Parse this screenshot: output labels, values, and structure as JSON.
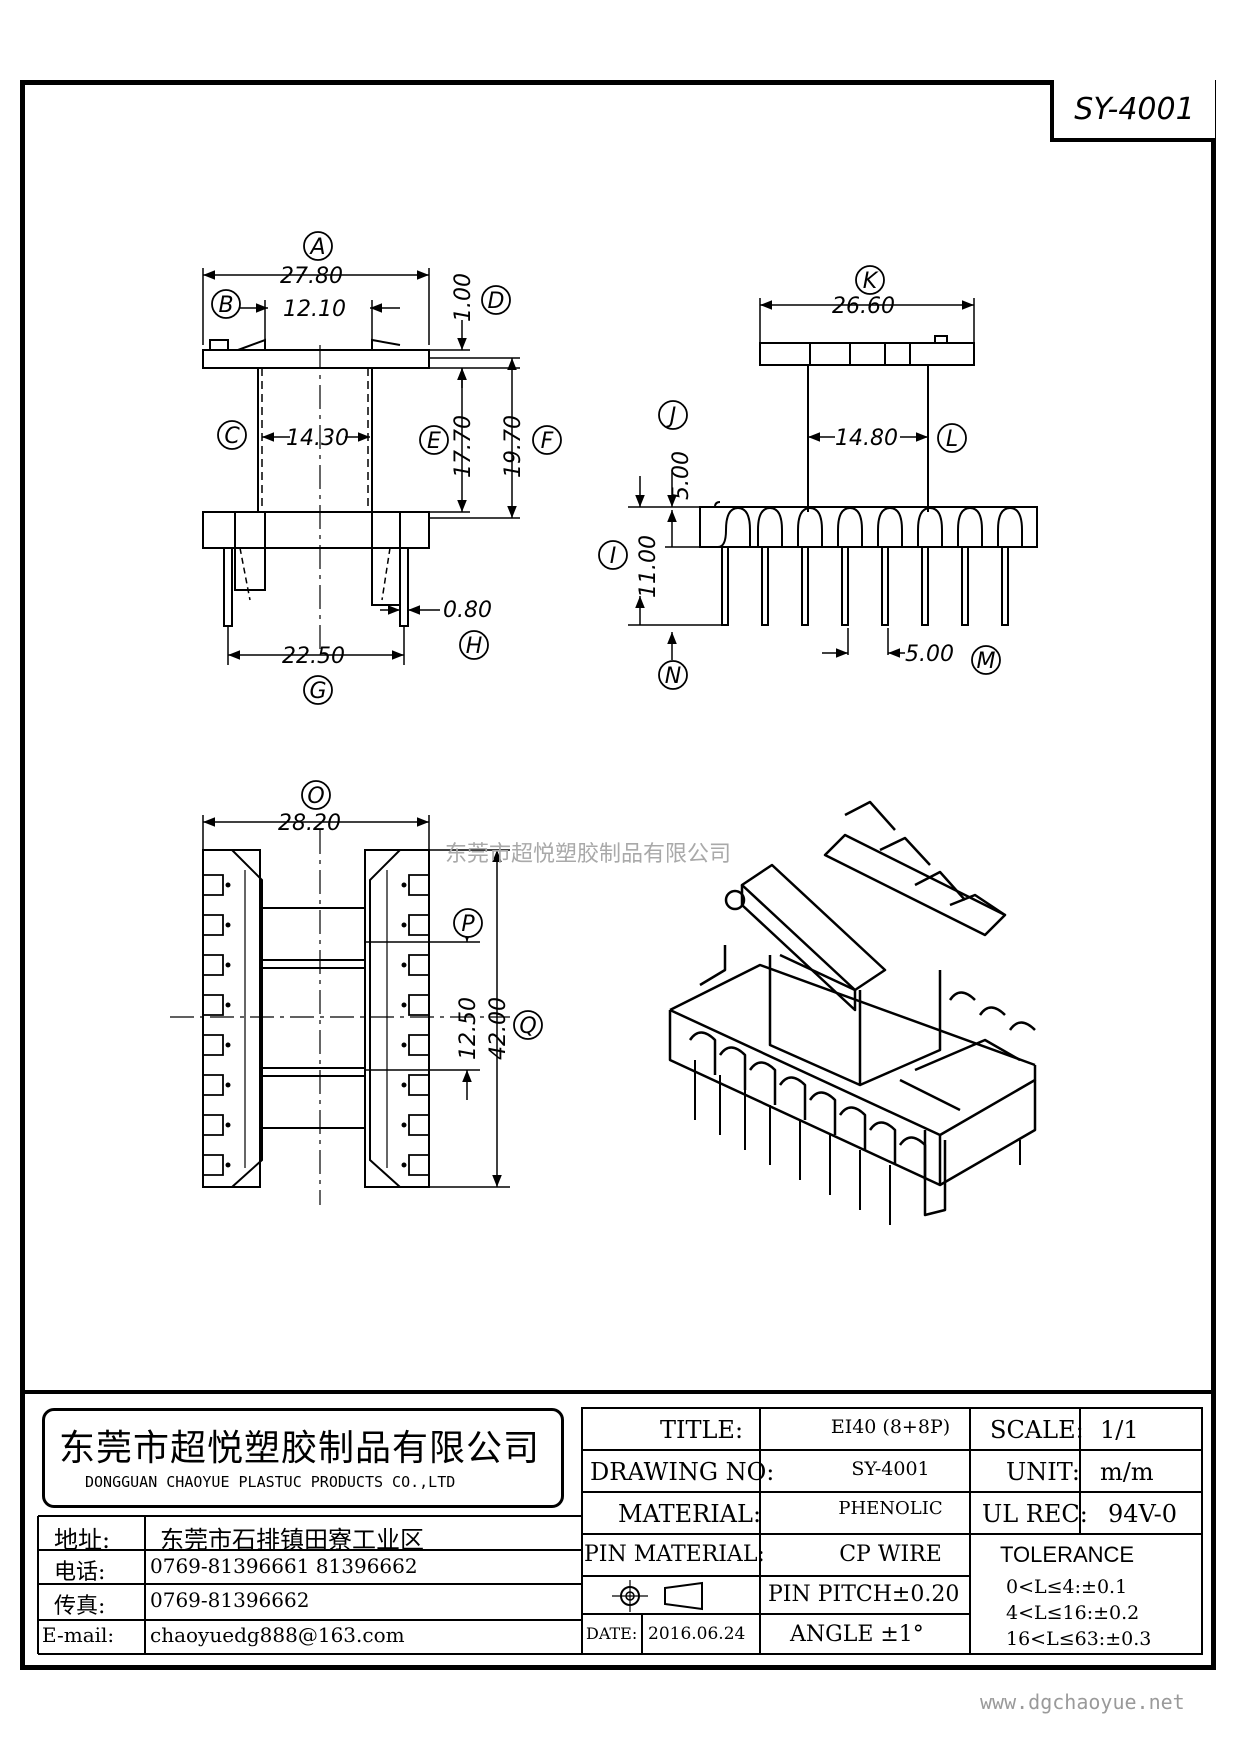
{
  "drawing_id": "SY-4001",
  "watermark": "东莞市超悦塑胶制品有限公司",
  "website": "www.dgchaoyue.net",
  "dimensions": {
    "A": "27.80",
    "B": "12.10",
    "C": "14.30",
    "D": "1.00",
    "E": "17.70",
    "F": "19.70",
    "G": "22.50",
    "H": "0.80",
    "K": "26.60",
    "L": "14.80",
    "J": "5.00",
    "I": "11.00",
    "M": "5.00",
    "O": "28.20",
    "P": "12.50",
    "Q": "42.00"
  },
  "labels": {
    "A": "A",
    "B": "B",
    "C": "C",
    "D": "D",
    "E": "E",
    "F": "F",
    "G": "G",
    "H": "H",
    "I": "I",
    "J": "J",
    "K": "K",
    "L": "L",
    "M": "M",
    "N": "N",
    "O": "O",
    "P": "P",
    "Q": "Q"
  },
  "title_block": {
    "company_cn": "东莞市超悦塑胶制品有限公司",
    "company_en": "DONGGUAN CHAOYUE PLASTUC PRODUCTS CO.,LTD",
    "address_label": "地址:",
    "address": "东莞市石排镇田寮工业区",
    "phone_label": "电话:",
    "phone": "0769-81396661  81396662",
    "fax_label": "传真:",
    "fax": "0769-81396662",
    "email_label": "E-mail:",
    "email": "chaoyuedg888@163.com",
    "title_label": "TITLE:",
    "title": "EI40 (8+8P)",
    "drawing_no_label": "DRAWING NO:",
    "drawing_no": "SY-4001",
    "material_label": "MATERIAL:",
    "material": "PHENOLIC",
    "pin_material_label": "PIN MATERIAL:",
    "pin_material": "CP WIRE",
    "pin_pitch": "PIN PITCH±0.20",
    "date_label": "DATE:",
    "date": "2016.06.24",
    "angle": "ANGLE  ±1°",
    "scale_label": "SCALE:",
    "scale": "1/1",
    "unit_label": "UNIT:",
    "unit": "m/m",
    "ul_label": "UL REC:",
    "ul": "94V-0",
    "tolerance_label": "TOLERANCE",
    "tolerance_rows": [
      "0<L≤4:±0.1",
      "4<L≤16:±0.2",
      "16<L≤63:±0.3"
    ]
  }
}
